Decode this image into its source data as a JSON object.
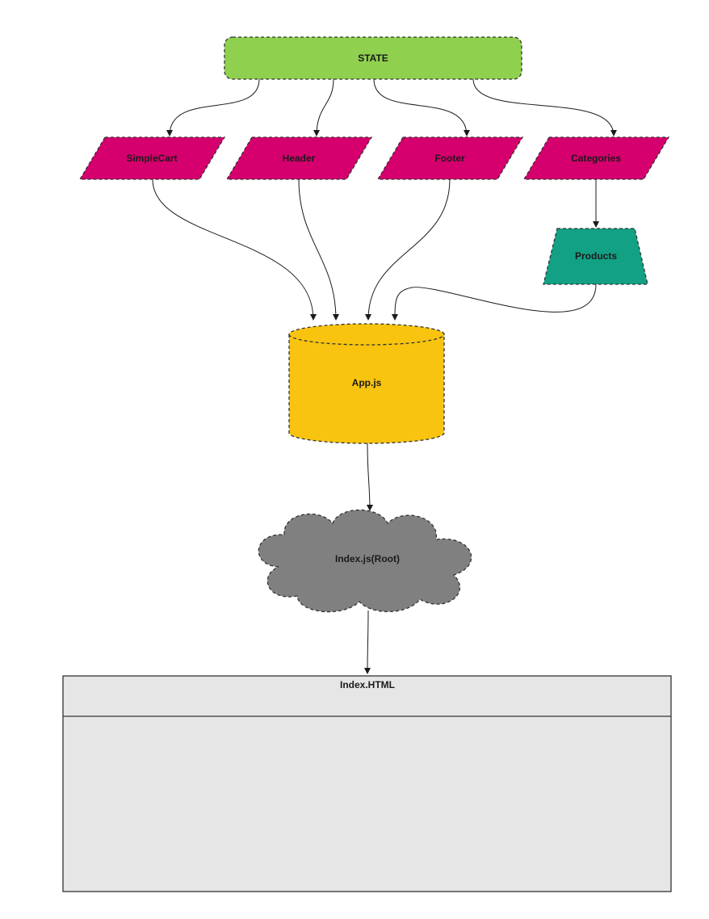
{
  "nodes": {
    "state": {
      "label": "STATE",
      "color": "#8fd14f"
    },
    "simplecart": {
      "label": "SimpleCart",
      "color": "#d5006d"
    },
    "header": {
      "label": "Header",
      "color": "#d5006d"
    },
    "footer": {
      "label": "Footer",
      "color": "#d5006d"
    },
    "categories": {
      "label": "Categories",
      "color": "#d5006d"
    },
    "products": {
      "label": "Products",
      "color": "#12a185"
    },
    "appjs": {
      "label": "App.js",
      "color": "#f8c40f"
    },
    "indexjs": {
      "label": "Index.js(Root)",
      "color": "#808080"
    },
    "indexhtml": {
      "label": "Index.HTML",
      "color": "#e6e6e6"
    }
  },
  "edges": [
    {
      "from": "STATE",
      "to": "SimpleCart"
    },
    {
      "from": "STATE",
      "to": "Header"
    },
    {
      "from": "STATE",
      "to": "Footer"
    },
    {
      "from": "STATE",
      "to": "Categories"
    },
    {
      "from": "Categories",
      "to": "Products"
    },
    {
      "from": "SimpleCart",
      "to": "App.js"
    },
    {
      "from": "Header",
      "to": "App.js"
    },
    {
      "from": "Footer",
      "to": "App.js"
    },
    {
      "from": "Products",
      "to": "App.js"
    },
    {
      "from": "App.js",
      "to": "Index.js(Root)"
    },
    {
      "from": "Index.js(Root)",
      "to": "Index.HTML"
    }
  ]
}
